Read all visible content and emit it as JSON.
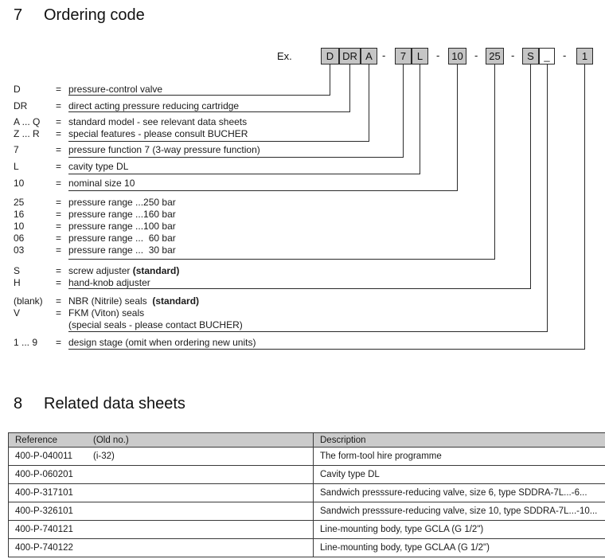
{
  "sections": {
    "ordering": {
      "number": "7",
      "title": "Ordering code"
    },
    "related": {
      "number": "8",
      "title": "Related data sheets"
    }
  },
  "example": {
    "label": "Ex.",
    "separator": "-",
    "boxes": [
      {
        "label": "D"
      },
      {
        "label": "DR"
      },
      {
        "label": "A"
      },
      {
        "label": "7"
      },
      {
        "label": "L"
      },
      {
        "label": "10"
      },
      {
        "label": "25"
      },
      {
        "label": "S"
      },
      {
        "label": "_"
      },
      {
        "label": "1"
      }
    ]
  },
  "ordering_rows": [
    {
      "label": "D",
      "eq": "=",
      "desc": "pressure-control valve"
    },
    {
      "label": "DR",
      "eq": "=",
      "desc": "direct acting pressure reducing cartridge"
    },
    {
      "label": "A ... Q",
      "eq": "=",
      "desc": "standard model - see relevant data sheets"
    },
    {
      "label": "Z ... R",
      "eq": "=",
      "desc": "special features - please consult BUCHER"
    },
    {
      "label": "7",
      "eq": "=",
      "desc": "pressure function 7 (3-way pressure function)"
    },
    {
      "label": "L",
      "eq": "=",
      "desc": "cavity type DL"
    },
    {
      "label": "10",
      "eq": "=",
      "desc": "nominal size 10"
    },
    {
      "label": "25",
      "eq": "=",
      "desc": "pressure range ...250 bar"
    },
    {
      "label": "16",
      "eq": "=",
      "desc": "pressure range ...160 bar"
    },
    {
      "label": "10",
      "eq": "=",
      "desc": "pressure range ...100 bar"
    },
    {
      "label": "06",
      "eq": "=",
      "desc": "pressure range ...  60 bar"
    },
    {
      "label": "03",
      "eq": "=",
      "desc": "pressure range ...  30 bar"
    },
    {
      "label": "S",
      "eq": "=",
      "desc": "screw adjuster ",
      "desc_bold": "(standard)"
    },
    {
      "label": "H",
      "eq": "=",
      "desc": "hand-knob adjuster"
    },
    {
      "label": "(blank)",
      "eq": "=",
      "desc": "NBR (Nitrile) seals  ",
      "desc_bold": "(standard)"
    },
    {
      "label": "V",
      "eq": "=",
      "desc": "FKM (Viton) seals"
    },
    {
      "label": "",
      "eq": "",
      "desc": "(special seals - please contact BUCHER)"
    },
    {
      "label": "1 ... 9",
      "eq": "=",
      "desc": "design stage (omit when ordering new units)"
    }
  ],
  "table": {
    "headers": [
      "Reference",
      "(Old no.)",
      "Description"
    ],
    "rows": [
      {
        "reference": "400-P-040011",
        "old_no": "(i-32)",
        "description": "The form-tool hire programme"
      },
      {
        "reference": "400-P-060201",
        "old_no": "",
        "description": "Cavity type DL"
      },
      {
        "reference": "400-P-317101",
        "old_no": "",
        "description": "Sandwich presssure-reducing valve, size 6, type SDDRA-7L...-6..."
      },
      {
        "reference": "400-P-326101",
        "old_no": "",
        "description": "Sandwich presssure-reducing valve, size 10, type SDDRA-7L...-10..."
      },
      {
        "reference": "400-P-740121",
        "old_no": "",
        "description": "Line-mounting body, type GCLA (G 1/2\")"
      },
      {
        "reference": "400-P-740122",
        "old_no": "",
        "description": "Line-mounting body, type GCLAA (G 1/2\")"
      }
    ]
  },
  "colors": {
    "box_fill": "#c5c5c5",
    "table_header_fill": "#cbcbcb",
    "line": "#2a2a2a"
  }
}
